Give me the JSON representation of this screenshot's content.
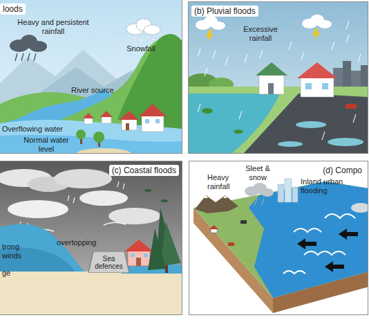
{
  "diagram": {
    "nodes": [
      {
        "text": [
          "loods"
        ]
      },
      {
        "text": [
          "(b) Pluvial floods"
        ]
      },
      {
        "text": [
          "(c) Coastal floods"
        ]
      },
      {
        "text": [
          "(d) Compo"
        ]
      },
      {
        "text": [
          "Sea defences"
        ],
        "in": 2
      }
    ],
    "labels": [
      "Heavy and persistent rainfall",
      "Snowfall",
      "River source",
      "Overflowing water",
      "Normal water level",
      "Excessive rainfall",
      "trong winds",
      "overtopping",
      "ge",
      "Sleet & snow",
      "Heavy rainfall",
      "Inland urban flooding"
    ]
  }
}
